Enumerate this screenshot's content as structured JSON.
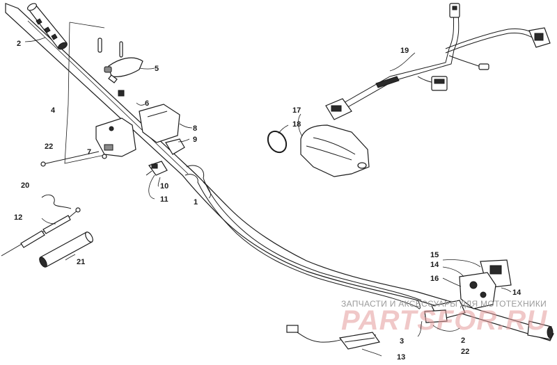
{
  "callouts": {
    "c1": "1",
    "c2a": "2",
    "c2b": "2",
    "c3": "3",
    "c4": "4",
    "c5": "5",
    "c6": "6",
    "c7": "7",
    "c8": "8",
    "c9": "9",
    "c10": "10",
    "c11": "11",
    "c12": "12",
    "c13": "13",
    "c14a": "14",
    "c14b": "14",
    "c15": "15",
    "c16": "16",
    "c17": "17",
    "c18": "18",
    "c19": "19",
    "c20": "20",
    "c21": "21",
    "c22a": "22",
    "c22b": "22"
  },
  "watermark": {
    "subtitle": "ЗАПЧАСТИ И АКСЕССУАРЫ ДЛЯ МОТОТЕХНИКИ",
    "logo": "PARTSFOR.RU"
  },
  "colors": {
    "ink": "#1a1a1a",
    "watermark_logo": "#e49a9a",
    "watermark_text": "#9a9a9a"
  }
}
